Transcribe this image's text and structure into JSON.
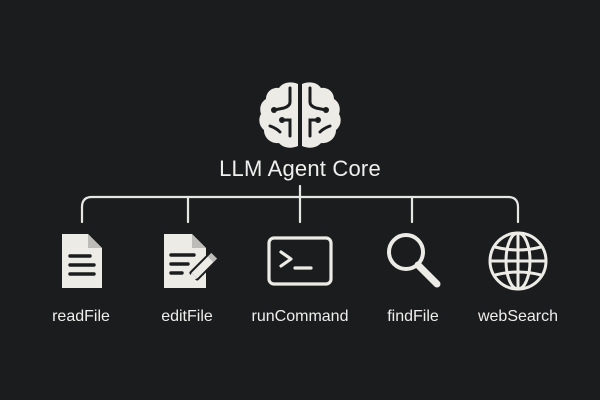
{
  "core": {
    "title": "LLM Agent Core",
    "icon": "brain-icon"
  },
  "tools": [
    {
      "label": "readFile",
      "icon": "document-icon"
    },
    {
      "label": "editFile",
      "icon": "edit-document-icon"
    },
    {
      "label": "runCommand",
      "icon": "terminal-icon"
    },
    {
      "label": "findFile",
      "icon": "magnifier-icon"
    },
    {
      "label": "webSearch",
      "icon": "globe-icon"
    }
  ],
  "colors": {
    "background": "#1b1c1e",
    "foreground": "#efefee",
    "icon_fill": "#ecebe6"
  }
}
